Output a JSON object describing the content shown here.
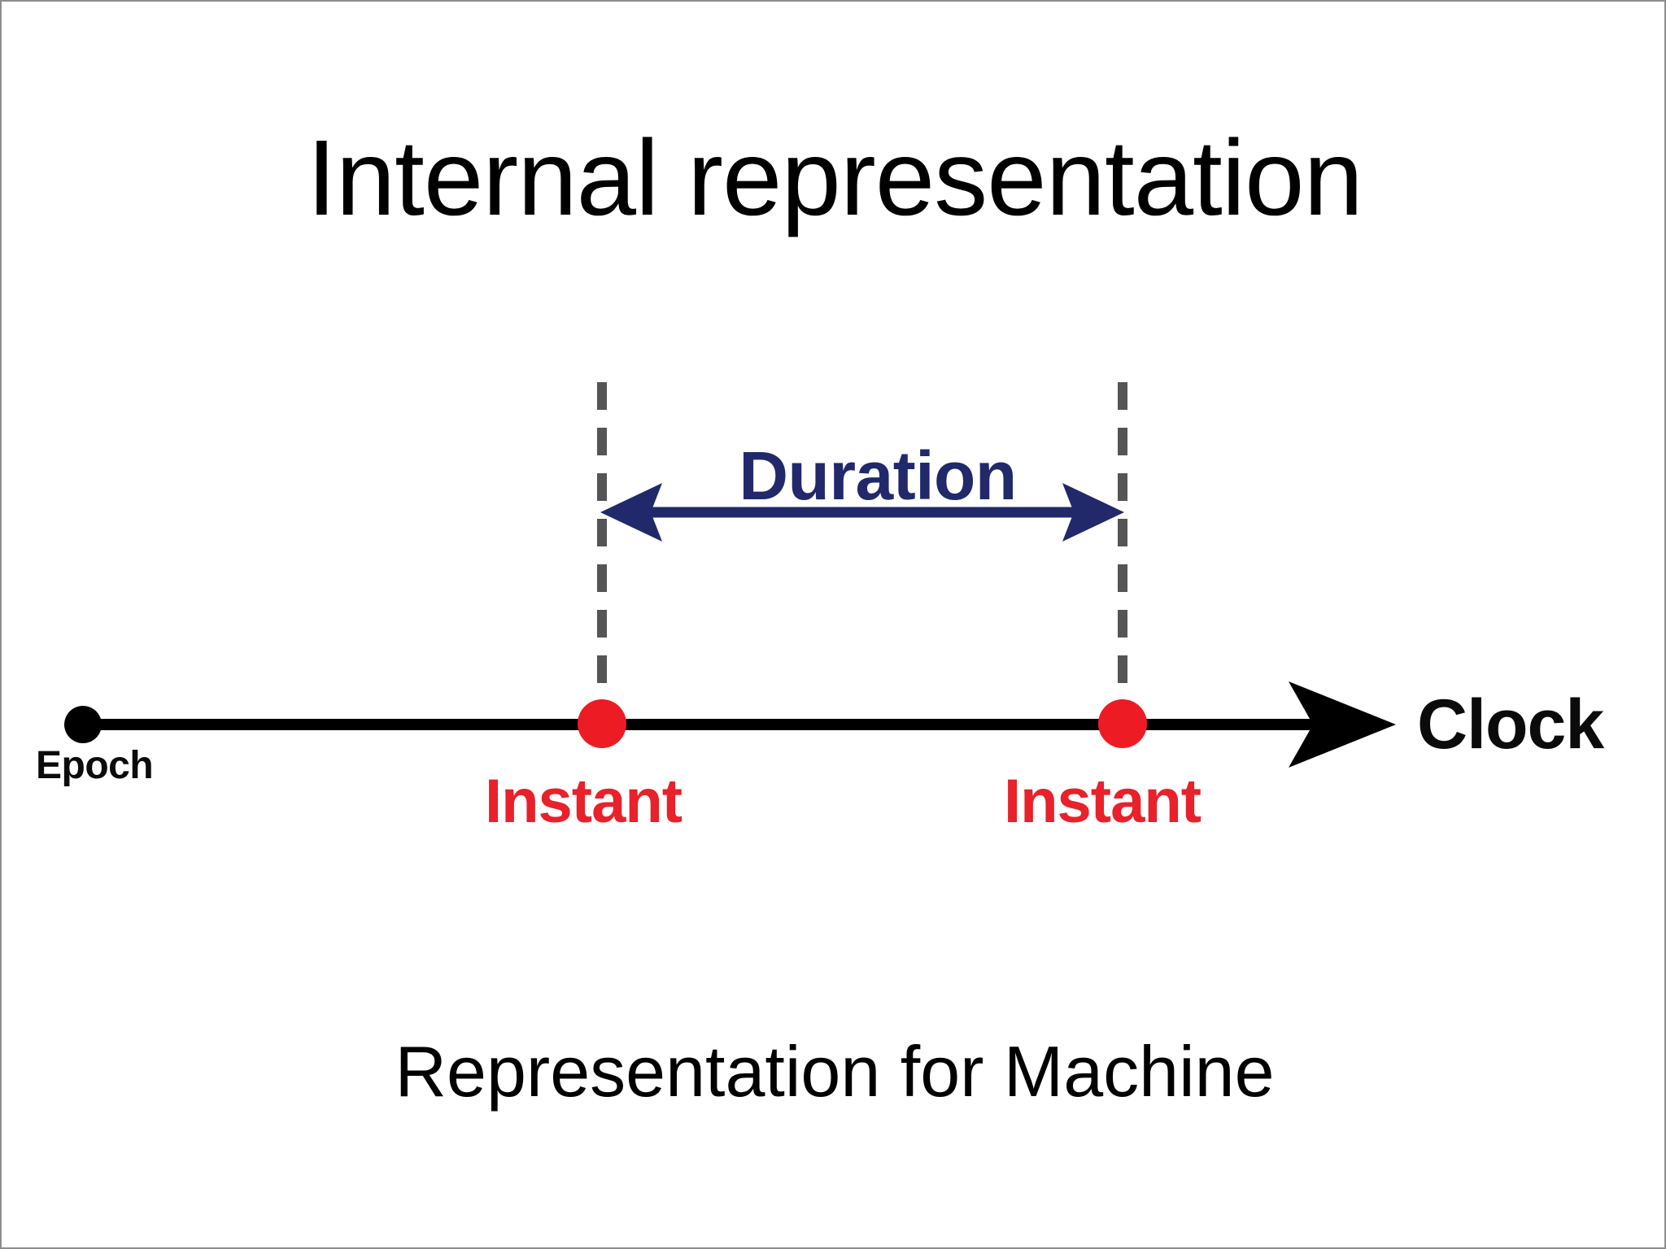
{
  "slide": {
    "title": "Internal representation",
    "caption": "Representation for Machine",
    "background_color": "#ffffff",
    "border_color": "#8d8d8d"
  },
  "diagram": {
    "type": "timeline",
    "axis": {
      "label": "Clock",
      "label_color": "#000000",
      "line_color": "#000000",
      "arrow_direction": "right"
    },
    "origin": {
      "label": "Epoch",
      "marker_color": "#000000",
      "label_color": "#000000"
    },
    "instants": [
      {
        "label": "Instant",
        "marker_color": "#ed1c24",
        "label_color": "#e8212b"
      },
      {
        "label": "Instant",
        "marker_color": "#ed1c24",
        "label_color": "#e8212b"
      }
    ],
    "interval": {
      "label": "Duration",
      "label_color": "#21296b",
      "arrow_color": "#21296b",
      "arrow_style": "double-headed",
      "guide_line_style": "dashed",
      "guide_line_color": "#555555"
    }
  }
}
